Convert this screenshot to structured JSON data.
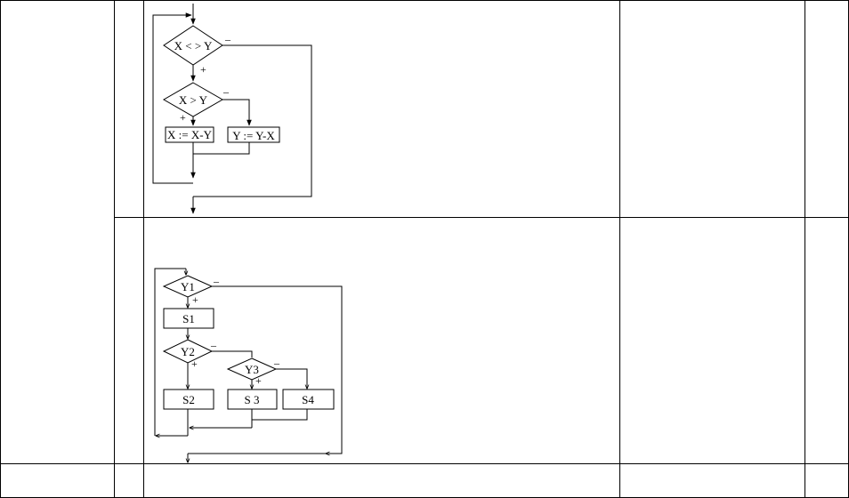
{
  "flowchart_1": {
    "cond_outer": "X < > Y",
    "cond_outer_minus": "–",
    "cond_outer_plus": "+",
    "cond_inner": "X > Y",
    "cond_inner_minus": "–",
    "cond_inner_plus": "+",
    "box_left": "X := X-Y",
    "box_right": "Y := Y-X"
  },
  "flowchart_2": {
    "y1": "Y1",
    "y1_minus": "–",
    "y1_plus": "+",
    "s1": "S1",
    "y2": "Y2",
    "y2_minus": "–",
    "y2_plus": "+",
    "y3": "Y3",
    "y3_minus": "–",
    "y3_plus": "+",
    "s2": "S2",
    "s3": "S 3",
    "s4": "S4"
  }
}
